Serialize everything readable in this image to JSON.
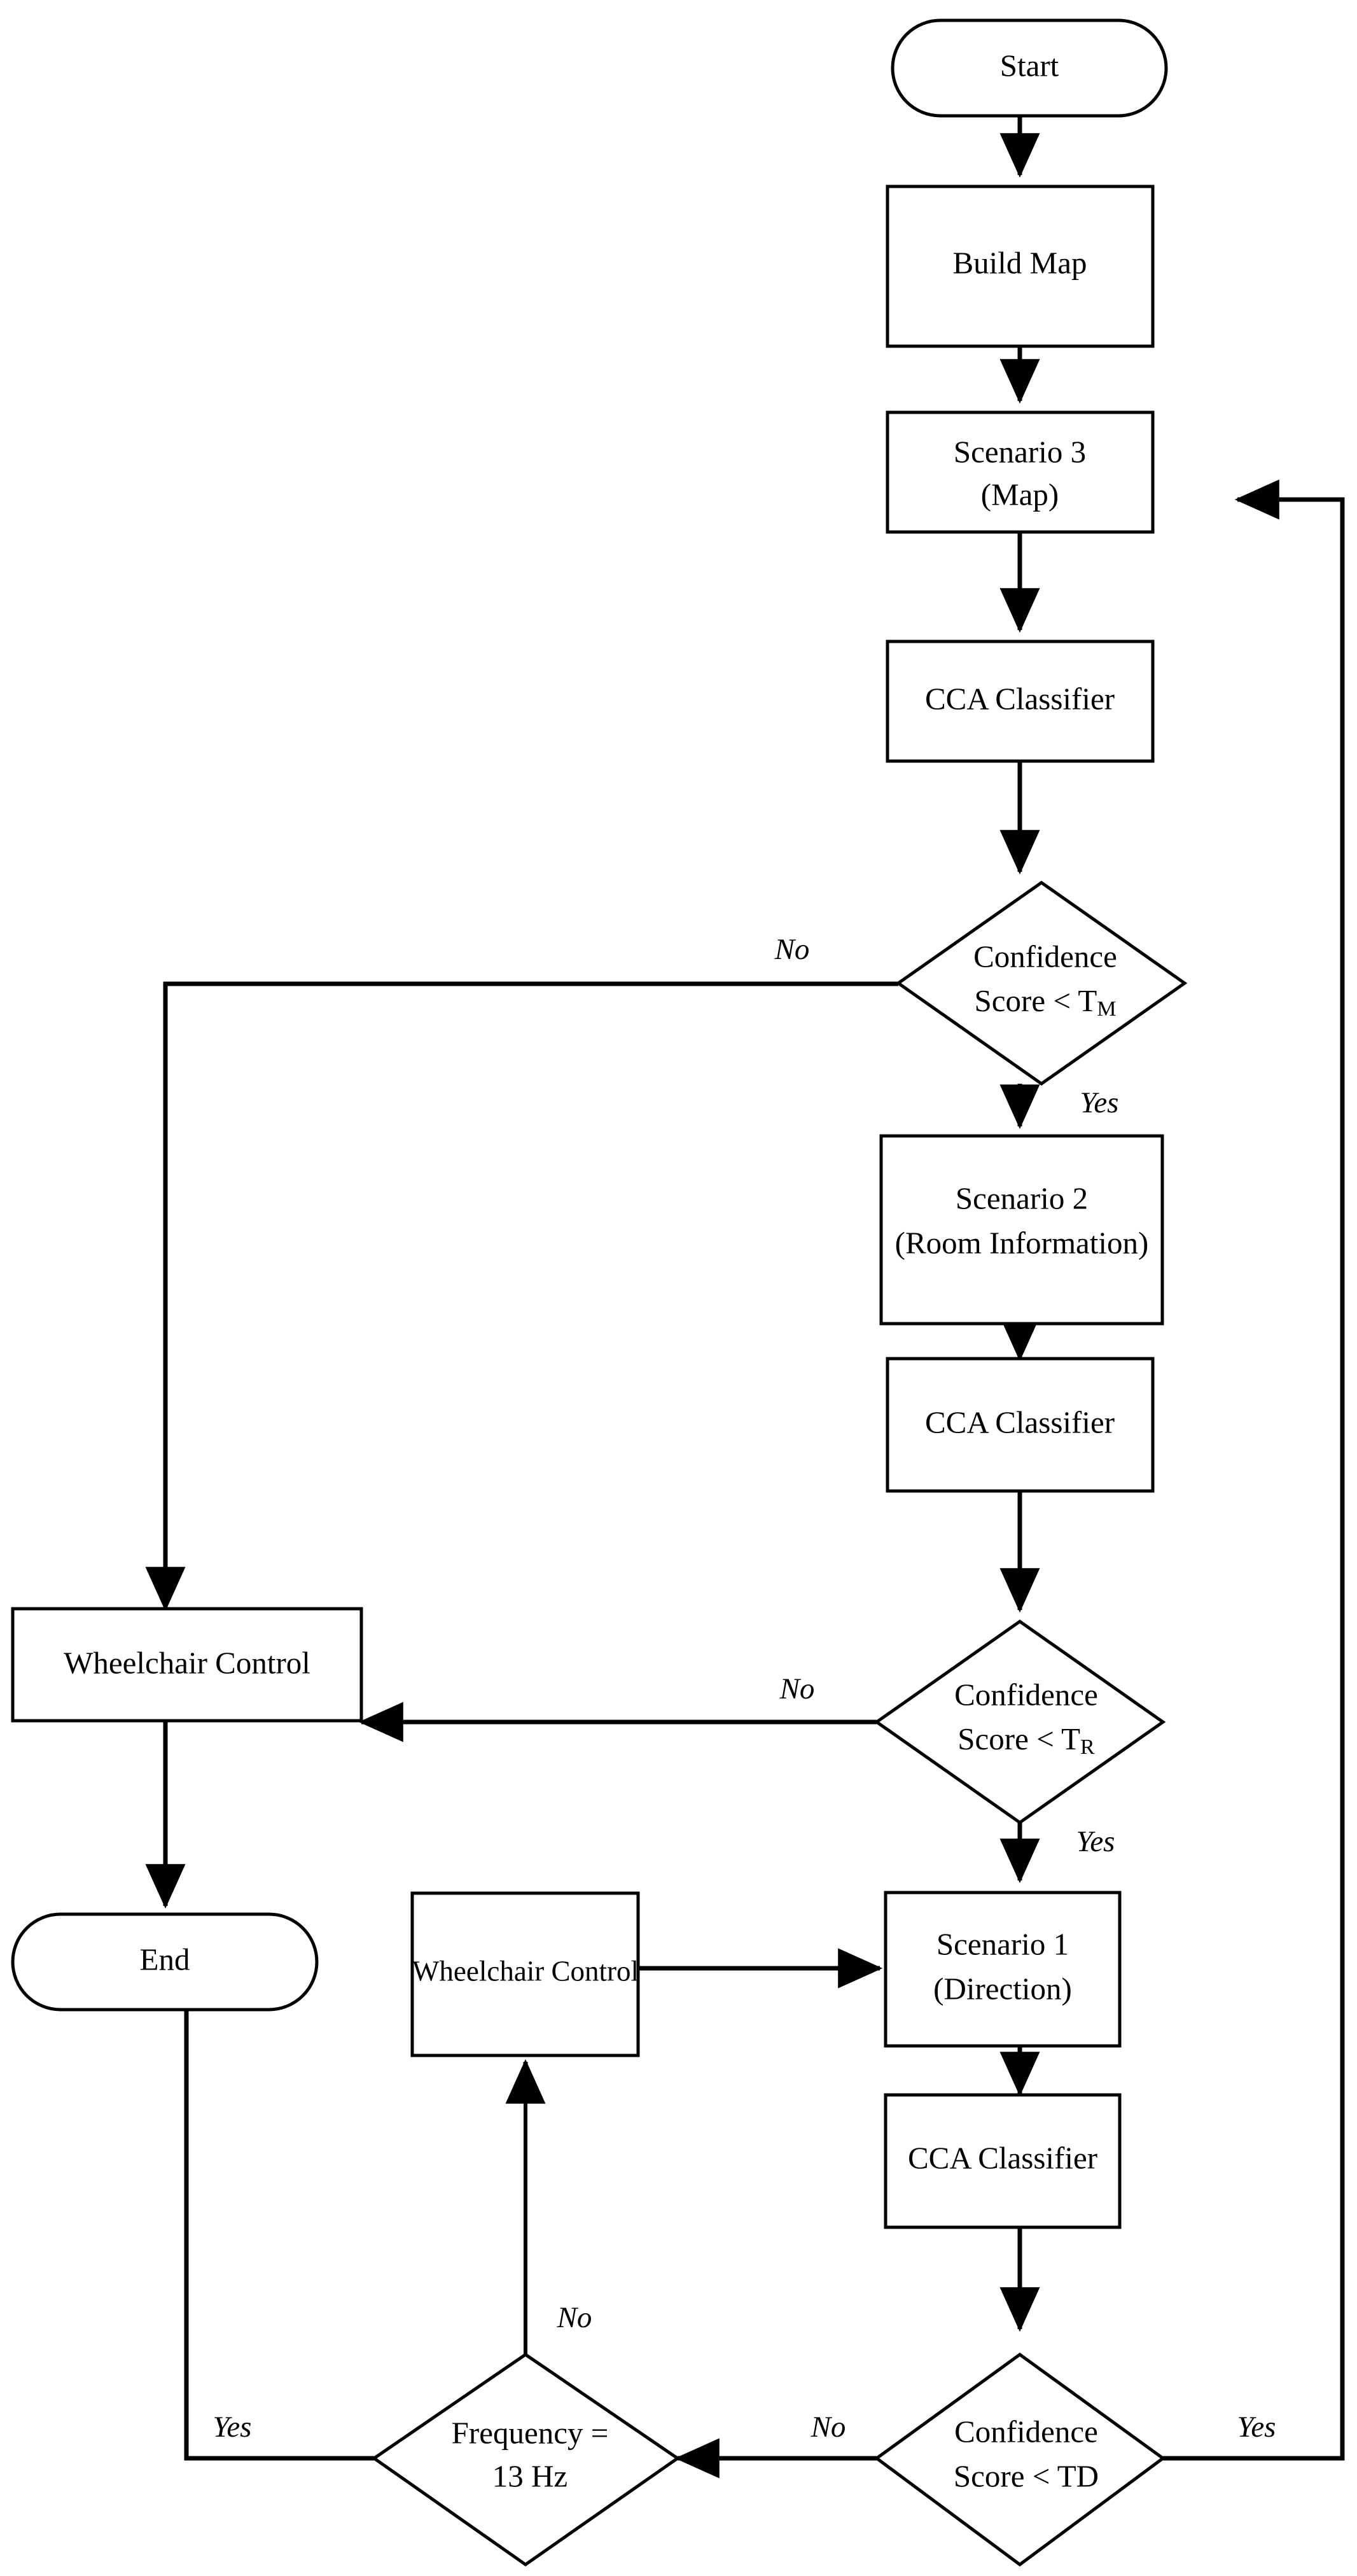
{
  "diagram": {
    "title": "SSVEP Wheelchair Control Flowchart",
    "background": "#ffffff",
    "stroke": "#000000",
    "nodes": [
      {
        "id": "start",
        "type": "terminator",
        "label": "Start"
      },
      {
        "id": "build_map",
        "type": "process",
        "label": "Build Map"
      },
      {
        "id": "scenario3",
        "type": "process",
        "label_line1": "Scenario 3",
        "label_line2": "(Map)"
      },
      {
        "id": "cca1",
        "type": "process",
        "label": "CCA Classifier"
      },
      {
        "id": "dec_map",
        "type": "decision",
        "label_line1": "Confidence",
        "label_line2_prefix": "Score < T",
        "label_line2_sub": "M"
      },
      {
        "id": "scenario2",
        "type": "process",
        "label_line1": "Scenario 2",
        "label_line2": "(Room Information)"
      },
      {
        "id": "cca2",
        "type": "process",
        "label": "CCA Classifier"
      },
      {
        "id": "dec_room",
        "type": "decision",
        "label_line1": "Confidence",
        "label_line2_prefix": "Score < T",
        "label_line2_sub": "R"
      },
      {
        "id": "wc_left",
        "type": "process",
        "label": "Wheelchair Control"
      },
      {
        "id": "end",
        "type": "terminator",
        "label": "End"
      },
      {
        "id": "wc_mid",
        "type": "process",
        "label": "Wheelchair Control"
      },
      {
        "id": "scenario1",
        "type": "process",
        "label_line1": "Scenario 1",
        "label_line2": "(Direction)"
      },
      {
        "id": "cca3",
        "type": "process",
        "label": "CCA Classifier"
      },
      {
        "id": "dec_freq",
        "type": "decision",
        "label_line1": "Frequency =",
        "label_line2": "13 Hz"
      },
      {
        "id": "dec_dir",
        "type": "decision",
        "label_line1": "Confidence",
        "label_line2_prefix": "Score < TD",
        "label_line2_sub": ""
      }
    ],
    "edge_labels": {
      "dec_map_no": "No",
      "dec_map_yes": "Yes",
      "dec_room_no": "No",
      "dec_room_yes": "Yes",
      "dec_dir_no": "No",
      "dec_dir_yes": "Yes",
      "dec_freq_no": "No",
      "dec_freq_yes": "Yes"
    }
  }
}
